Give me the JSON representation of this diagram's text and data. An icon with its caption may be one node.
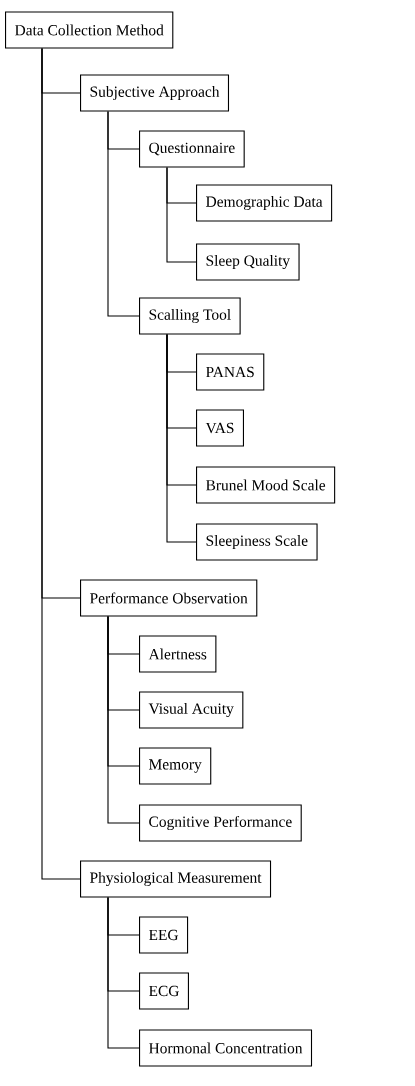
{
  "diagram": {
    "nodes": [
      {
        "text": [
          "Data Collection Method"
        ]
      },
      {
        "text": [
          "Subjective Approach"
        ]
      },
      {
        "text": [
          "Questionnaire"
        ]
      },
      {
        "text": [
          "Demographic Data"
        ]
      },
      {
        "text": [
          "Sleep Quality"
        ]
      },
      {
        "text": [
          "Scalling Tool"
        ]
      },
      {
        "text": [
          "PANAS"
        ]
      },
      {
        "text": [
          "VAS"
        ]
      },
      {
        "text": [
          "Brunel Mood Scale"
        ]
      },
      {
        "text": [
          "Sleepiness Scale"
        ]
      },
      {
        "text": [
          "Performance Observation"
        ]
      },
      {
        "text": [
          "Alertness"
        ]
      },
      {
        "text": [
          "Visual Acuity"
        ]
      },
      {
        "text": [
          "Memory"
        ]
      },
      {
        "text": [
          "Cognitive Performance"
        ]
      },
      {
        "text": [
          "Physiological Measurement"
        ]
      },
      {
        "text": [
          "EEG"
        ]
      },
      {
        "text": [
          "ECG"
        ]
      },
      {
        "text": [
          "Hormonal Concentration"
        ]
      }
    ],
    "edges": [
      {
        "from": 0,
        "to": 1,
        "arrow": "none"
      },
      {
        "from": 1,
        "to": 2,
        "arrow": "none"
      },
      {
        "from": 2,
        "to": 3,
        "arrow": "none"
      },
      {
        "from": 2,
        "to": 4,
        "arrow": "none"
      },
      {
        "from": 1,
        "to": 5,
        "arrow": "none"
      },
      {
        "from": 5,
        "to": 6,
        "arrow": "none"
      },
      {
        "from": 5,
        "to": 7,
        "arrow": "none"
      },
      {
        "from": 5,
        "to": 8,
        "arrow": "none"
      },
      {
        "from": 5,
        "to": 9,
        "arrow": "none"
      },
      {
        "from": 0,
        "to": 10,
        "arrow": "none"
      },
      {
        "from": 10,
        "to": 11,
        "arrow": "none"
      },
      {
        "from": 10,
        "to": 12,
        "arrow": "none"
      },
      {
        "from": 10,
        "to": 13,
        "arrow": "none"
      },
      {
        "from": 10,
        "to": 14,
        "arrow": "none"
      },
      {
        "from": 0,
        "to": 15,
        "arrow": "none"
      },
      {
        "from": 15,
        "to": 16,
        "arrow": "none"
      },
      {
        "from": 15,
        "to": 17,
        "arrow": "none"
      },
      {
        "from": 15,
        "to": 18,
        "arrow": "none"
      }
    ]
  }
}
